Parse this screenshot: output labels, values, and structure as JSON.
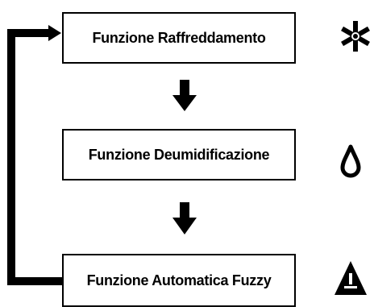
{
  "flow": {
    "steps": [
      {
        "label": "Funzione Raffreddamento",
        "icon": "snowflake-icon"
      },
      {
        "label": "Funzione Deumidificazione",
        "icon": "water-drop-icon"
      },
      {
        "label": "Funzione Automatica Fuzzy",
        "icon": "triangle-fuzzy-icon"
      }
    ]
  },
  "colors": {
    "line": "#000000",
    "background": "#ffffff"
  }
}
